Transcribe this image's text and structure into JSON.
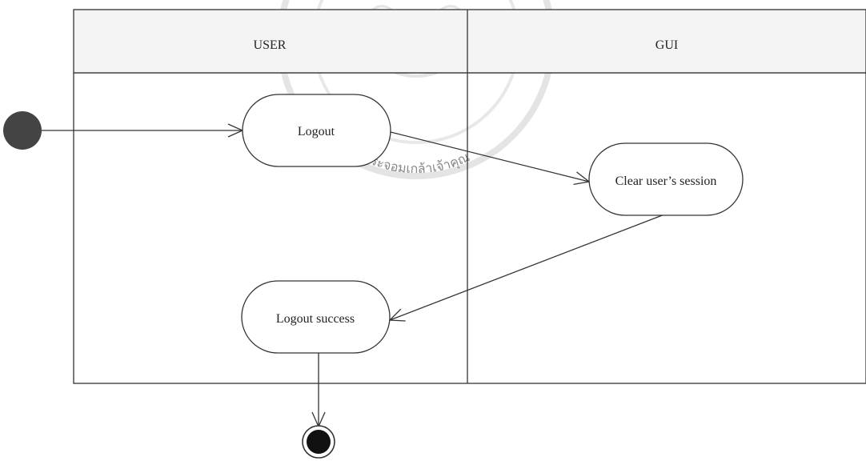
{
  "lanes": [
    {
      "name": "USER"
    },
    {
      "name": "GUI"
    }
  ],
  "activities": {
    "logout": "Logout",
    "clear_session": "Clear user’s session",
    "logout_success": "Logout success"
  },
  "watermark": {
    "text": "มหาวิทยาลัยเทคโนโลยีพระจอมเกล้าเจ้าคุณทหาร",
    "visible_fragment": "พระจอมเกล้าเจ้าคุณ"
  },
  "colors": {
    "line": "#333333",
    "node_fill": "#444444",
    "header_fill": "#f4f4f4",
    "watermark": "#c8c8c8"
  }
}
